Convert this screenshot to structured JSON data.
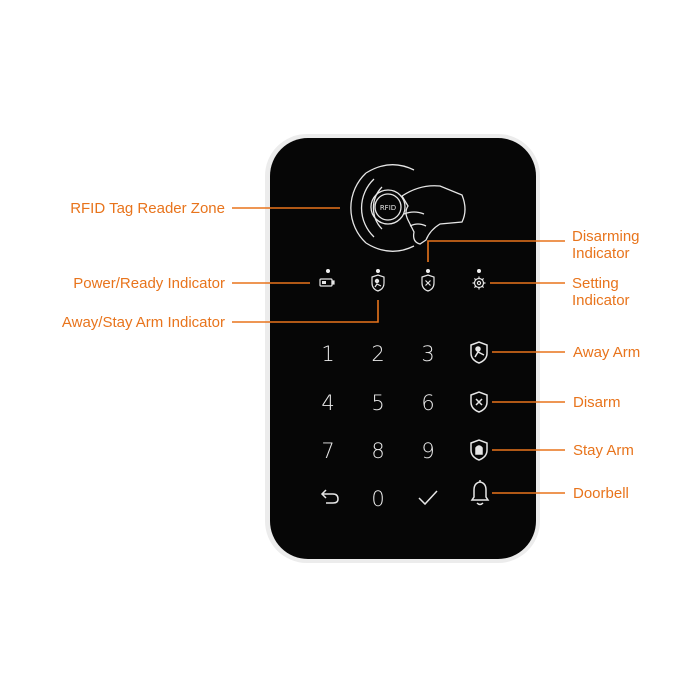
{
  "labels": {
    "rfid": "RFID Tag Reader Zone",
    "power": "Power/Ready Indicator",
    "away_stay": "Away/Stay Arm Indicator",
    "disarming_line1": "Disarming",
    "disarming_line2": "Indicator",
    "setting_line1": "Setting",
    "setting_line2": "Indicator",
    "away_arm": "Away Arm",
    "disarm": "Disarm",
    "stay_arm": "Stay Arm",
    "doorbell": "Doorbell"
  },
  "rfid_tag_text": "RFID",
  "keys": {
    "k1": "1",
    "k2": "2",
    "k3": "3",
    "k4": "4",
    "k5": "5",
    "k6": "6",
    "k7": "7",
    "k8": "8",
    "k9": "9",
    "k0": "0"
  },
  "colors": {
    "accent": "#e8741c",
    "device_body": "#060606",
    "device_bezel": "#ececec",
    "key_glyph": "#e9e9e9"
  },
  "icons": {
    "power": "battery-icon",
    "away_stay": "shield-person-icon",
    "disarming": "shield-x-icon",
    "setting": "gear-icon",
    "away_arm": "shield-away-icon",
    "disarm": "shield-x-icon",
    "stay_arm": "shield-home-icon",
    "doorbell": "bell-icon",
    "back": "back-arrow-icon",
    "confirm": "checkmark-icon",
    "rfid": "rfid-card-hand-icon"
  }
}
